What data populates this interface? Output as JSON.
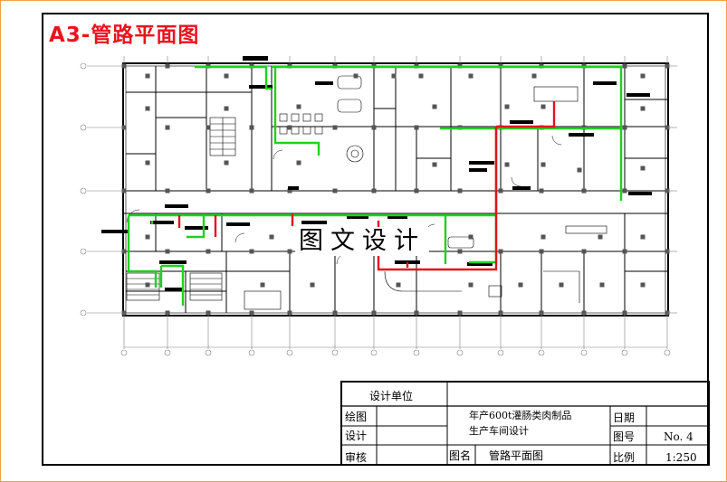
{
  "drawing": {
    "title": "A3-管路平面图",
    "watermark": "图文设计"
  },
  "title_block": {
    "design_unit_label": "设计单位",
    "drawn_label": "绘图",
    "design_label": "设计",
    "review_label": "审核",
    "project_line1": "年产600t灌肠类肉制品",
    "project_line2": "生产车间设计",
    "drawing_name_label": "图名",
    "drawing_name": "管路平面图",
    "date_label": "日期",
    "number_label": "图号",
    "number_value": "No. 4",
    "scale_label": "比例",
    "scale_value": "1:250"
  },
  "colors": {
    "title": "#e8141c",
    "pipe_green": "#1fd11f",
    "pipe_red": "#e0141c",
    "wall": "#000000",
    "grid": "#808080"
  }
}
